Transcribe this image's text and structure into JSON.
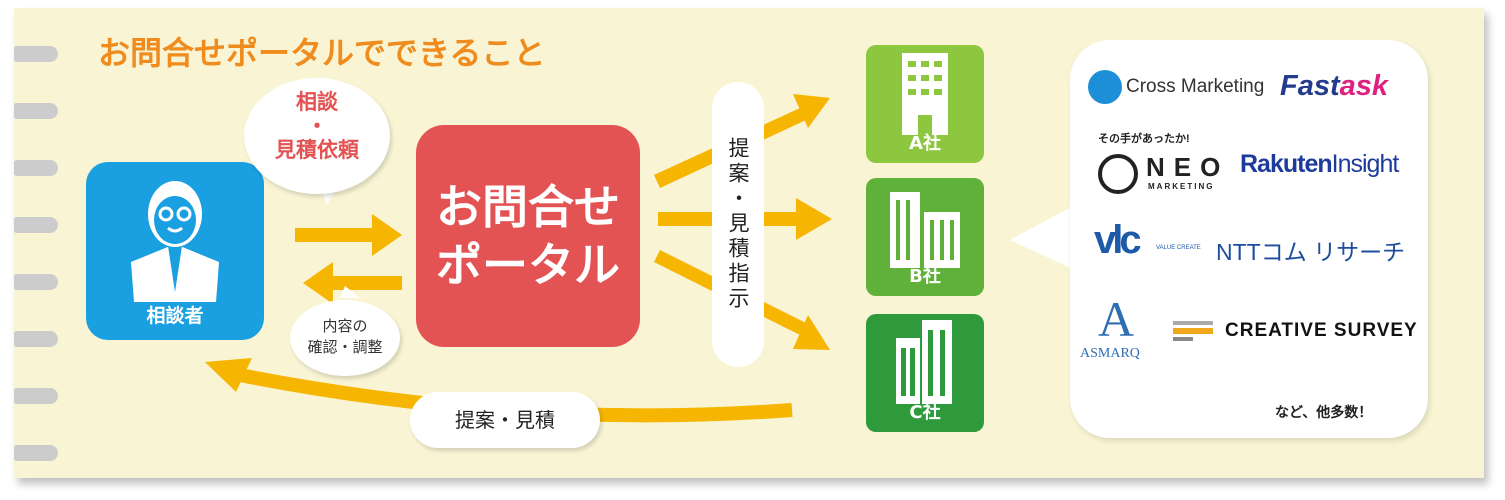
{
  "title": "お問合せポータルでできること",
  "user": {
    "label": "相談者"
  },
  "bubble_request": {
    "line1": "相談",
    "dot": "・",
    "line2": "見積依頼"
  },
  "bubble_confirm": {
    "line1": "内容の",
    "line2": "確認・調整"
  },
  "portal": {
    "line1": "お問合せ",
    "line2": "ポータル"
  },
  "instruction": {
    "text": "提案・見積指示"
  },
  "companies": [
    {
      "label": "A社",
      "color": "#8dc63f"
    },
    {
      "label": "B社",
      "color": "#5fb13a"
    },
    {
      "label": "C社",
      "color": "#2e9a3c"
    }
  ],
  "return_label": "提案・見積",
  "logos": {
    "cross": "Cross Marketing",
    "fastask_1": "Fast",
    "fastask_2": "ask",
    "neo_tag": "その手があったか!",
    "neo": "NEO",
    "neo_sub": "MARKETING",
    "rakuten_1": "Rakuten",
    "rakuten_2": "Insight",
    "vlc": "vlc",
    "vlc_sub": "VALUE CREATE",
    "ntt": "NTTコム リサーチ",
    "asmarq": "ASMARQ",
    "creative": "CREATIVE SURVEY"
  },
  "footer_note": "など、他多数！",
  "colors": {
    "arrow": "#f5b500",
    "title": "#ef8c1d",
    "user": "#1a9fe0",
    "portal": "#e35354"
  }
}
